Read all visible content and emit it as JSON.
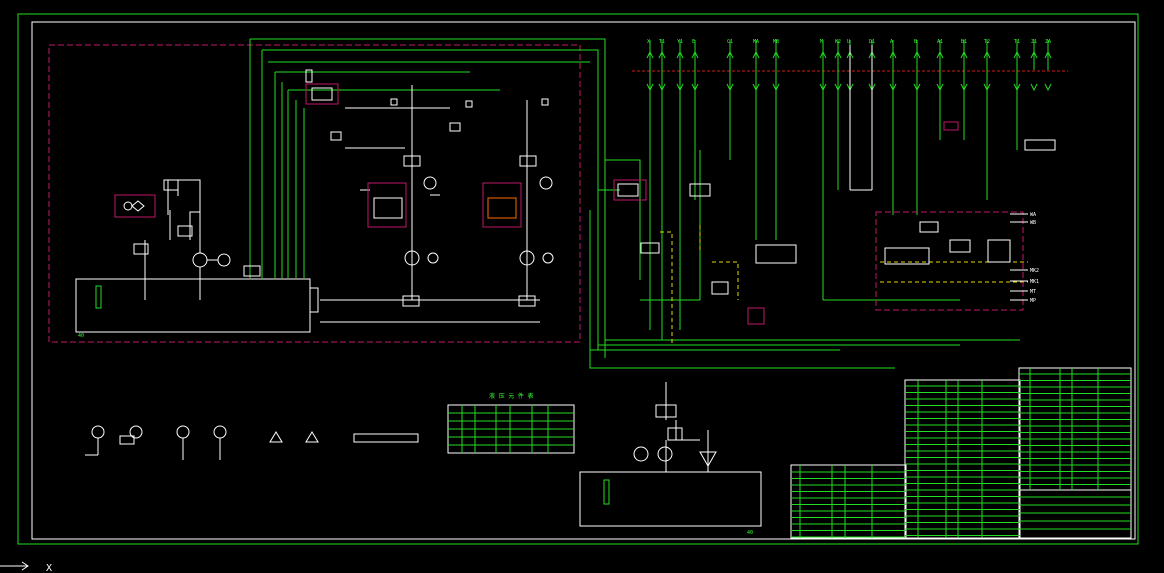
{
  "diagram": {
    "top_ports": [
      "X",
      "T1",
      "Y1",
      "E",
      "C1",
      "MA",
      "MB",
      "M",
      "K2",
      "U",
      "D1",
      "A",
      "B",
      "A1",
      "B1",
      "T2",
      "T1",
      "Z1",
      "ZA"
    ],
    "right_side_ports": [
      "WA",
      "WB",
      "MK2",
      "MK1",
      "MT",
      "MP"
    ],
    "inner_table_title": "液 压 元 件 表",
    "tank_label_left": "40",
    "tank_label_right": "40",
    "corner_axis_label": "X"
  }
}
